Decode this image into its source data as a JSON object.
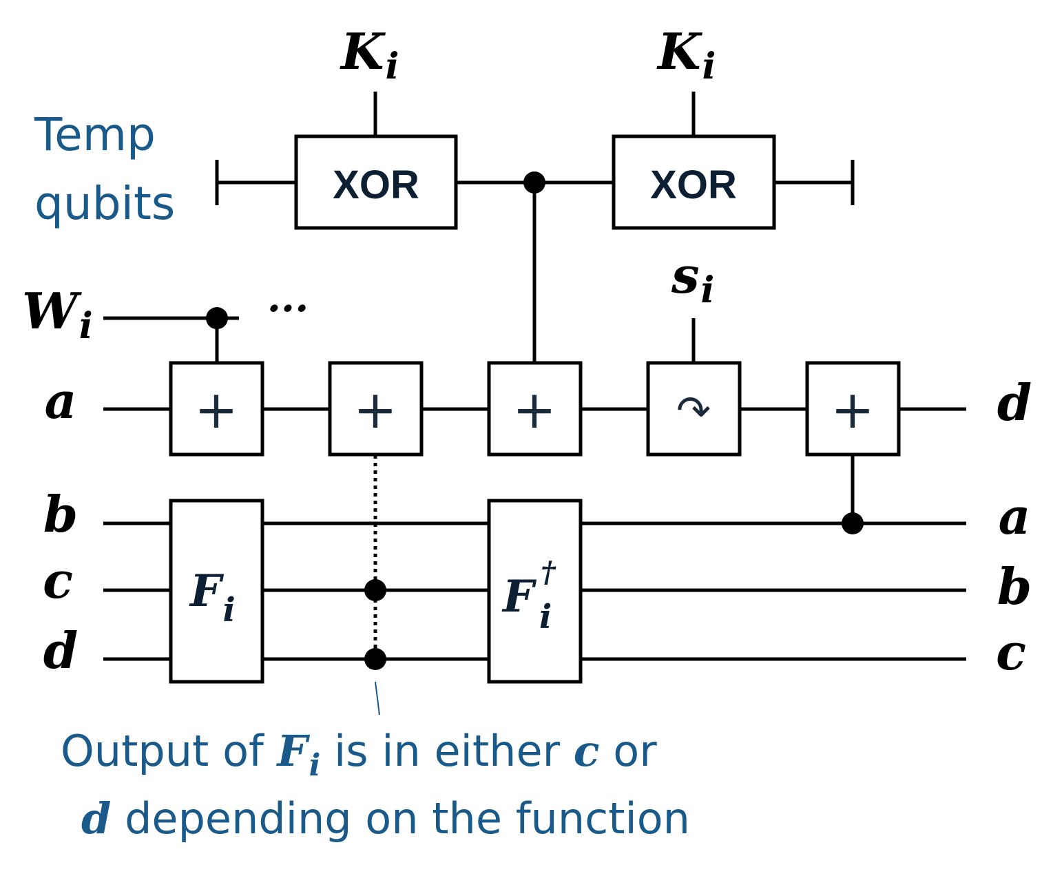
{
  "annotation_temp": [
    "Temp",
    "qubits"
  ],
  "labels": {
    "key_1": "K",
    "key_1_sub": "i",
    "key_2": "K",
    "key_2_sub": "i",
    "shift": "s",
    "shift_sub": "i",
    "w": "W",
    "w_sub": "i",
    "ellipsis": "···",
    "in_a": "a",
    "in_b": "b",
    "in_c": "c",
    "in_d": "d",
    "out_d": "d",
    "out_a": "a",
    "out_b": "b",
    "out_c": "c"
  },
  "gates": {
    "xor_1": "XOR",
    "xor_2": "XOR",
    "add": "+",
    "f": "F",
    "f_sub": "i",
    "f_inv": "F",
    "f_inv_sup": "†",
    "f_inv_sub": "i",
    "rotate": "↷"
  },
  "note": {
    "line1_a": "Output of ",
    "line1_f": "F",
    "line1_f_sub": "i",
    "line1_b": " is in either ",
    "line1_c": "c",
    "line1_d": " or",
    "line2_d": "d",
    "line2_rest": " depending on the function"
  },
  "colors": {
    "annotation": "#1a5a8a",
    "gate_text": "#0d1f33",
    "wire": "#000000"
  }
}
